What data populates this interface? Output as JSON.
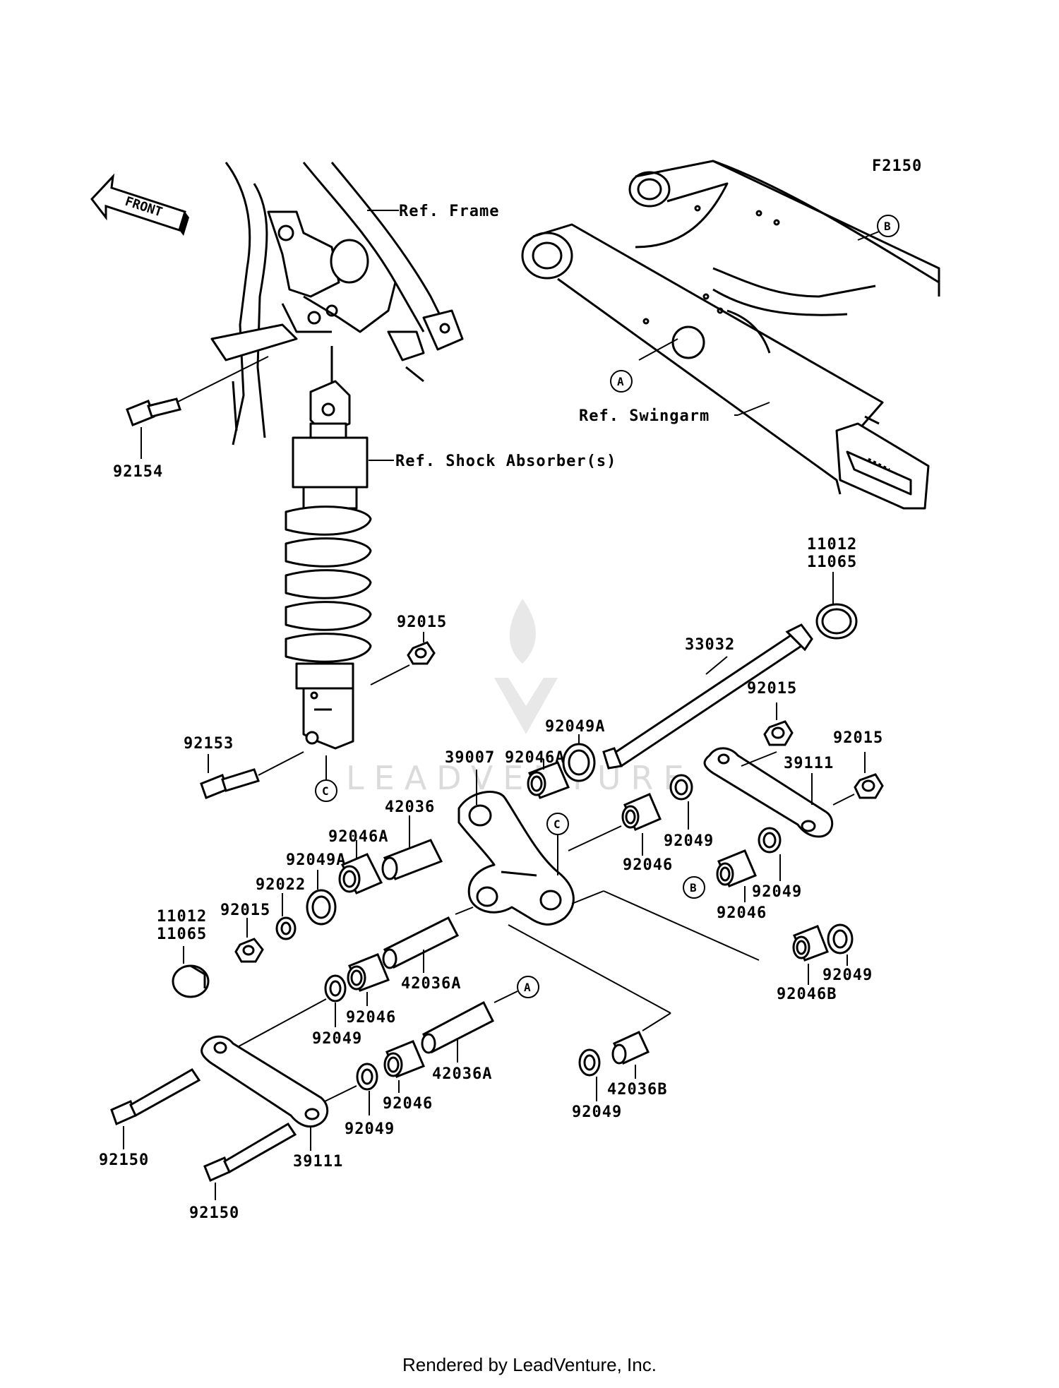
{
  "figure_code": "F2150",
  "front_label": "FRONT",
  "refs": {
    "frame": "Ref. Frame",
    "swingarm": "Ref. Swingarm",
    "shock": "Ref. Shock Absorber(s)"
  },
  "watermark": "LEADVENTURE",
  "markers": [
    "A",
    "B",
    "C"
  ],
  "parts": {
    "p92154": "92154",
    "p92153": "92153",
    "p92015_shock": "92015",
    "p11012_top": "11012",
    "p11065_top": "11065",
    "p33032": "33032",
    "p92015_right_a": "92015",
    "p92015_right_b": "92015",
    "p92049A_top": "92049A",
    "p92046A_top": "92046A",
    "p39007": "39007",
    "p39111_right": "39111",
    "p42036": "42036",
    "p92046A_left": "92046A",
    "p92049A_left": "92049A",
    "p92022": "92022",
    "p92015_left": "92015",
    "p11012_left": "11012",
    "p11065_left": "11065",
    "p92046_right": "92046",
    "p92049_right_a": "92049",
    "p92049_right_b": "92049",
    "p92046_right_b": "92046",
    "p92049_right_c": "92049",
    "p92046B": "92046B",
    "p42036A_upper": "42036A",
    "p92046_mid": "92046",
    "p92049_mid": "92049",
    "p42036A_lower": "42036A",
    "p92046_low": "92046",
    "p92049_low": "92049",
    "p42036B": "42036B",
    "p92049_bottom": "92049",
    "p92150_a": "92150",
    "p92150_b": "92150",
    "p39111_left": "39111"
  },
  "footer": "Rendered by LeadVenture, Inc."
}
